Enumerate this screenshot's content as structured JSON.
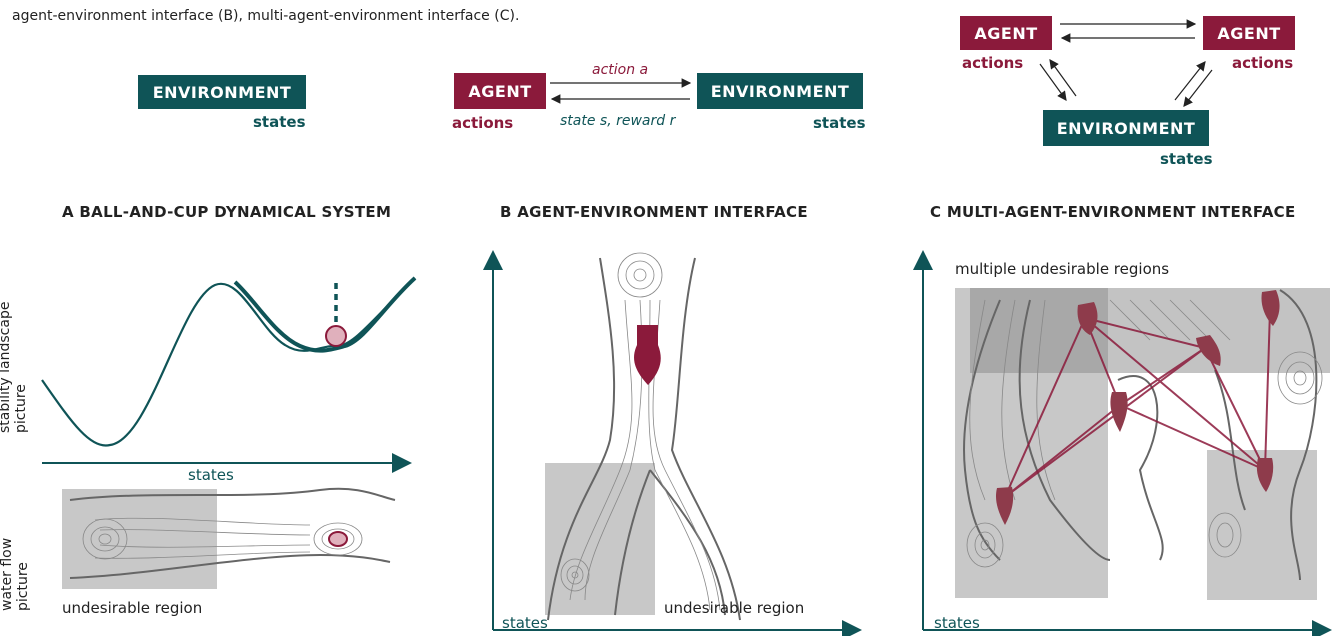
{
  "caption": {
    "line1": "agent-environment interface (B), multi-agent-environment interface (C)."
  },
  "top_a": {
    "env_label": "ENVIRONMENT",
    "states_label": "states"
  },
  "top_b": {
    "agent_label": "AGENT",
    "actions_label": "actions",
    "action_text": "action a",
    "state_text": "state s, reward r",
    "env_label": "ENVIRONMENT",
    "states_label": "states"
  },
  "top_c": {
    "agent_left": "AGENT",
    "agent_right": "AGENT",
    "actions_left": "actions",
    "actions_right": "actions",
    "env_label": "ENVIRONMENT",
    "states_label": "states"
  },
  "panel_a": {
    "title": "A  BALL-AND-CUP DYNAMICAL SYSTEM",
    "y_upper": "stability landscape picture",
    "y_lower": "water flow picture",
    "x_label": "states",
    "region_label": "undesirable region"
  },
  "panel_b": {
    "title": "B  AGENT-ENVIRONMENT INTERFACE",
    "x_label": "states",
    "region_label": "undesirable region"
  },
  "panel_c": {
    "title": "C  MULTI-AGENT-ENVIRONMENT INTERFACE",
    "x_label": "states",
    "region_label": "multiple undesirable regions"
  },
  "colors": {
    "teal": "#0f5457",
    "crimson": "#8b1a3b",
    "grey_region": "#c8c8c8",
    "flow_line": "#666666"
  }
}
